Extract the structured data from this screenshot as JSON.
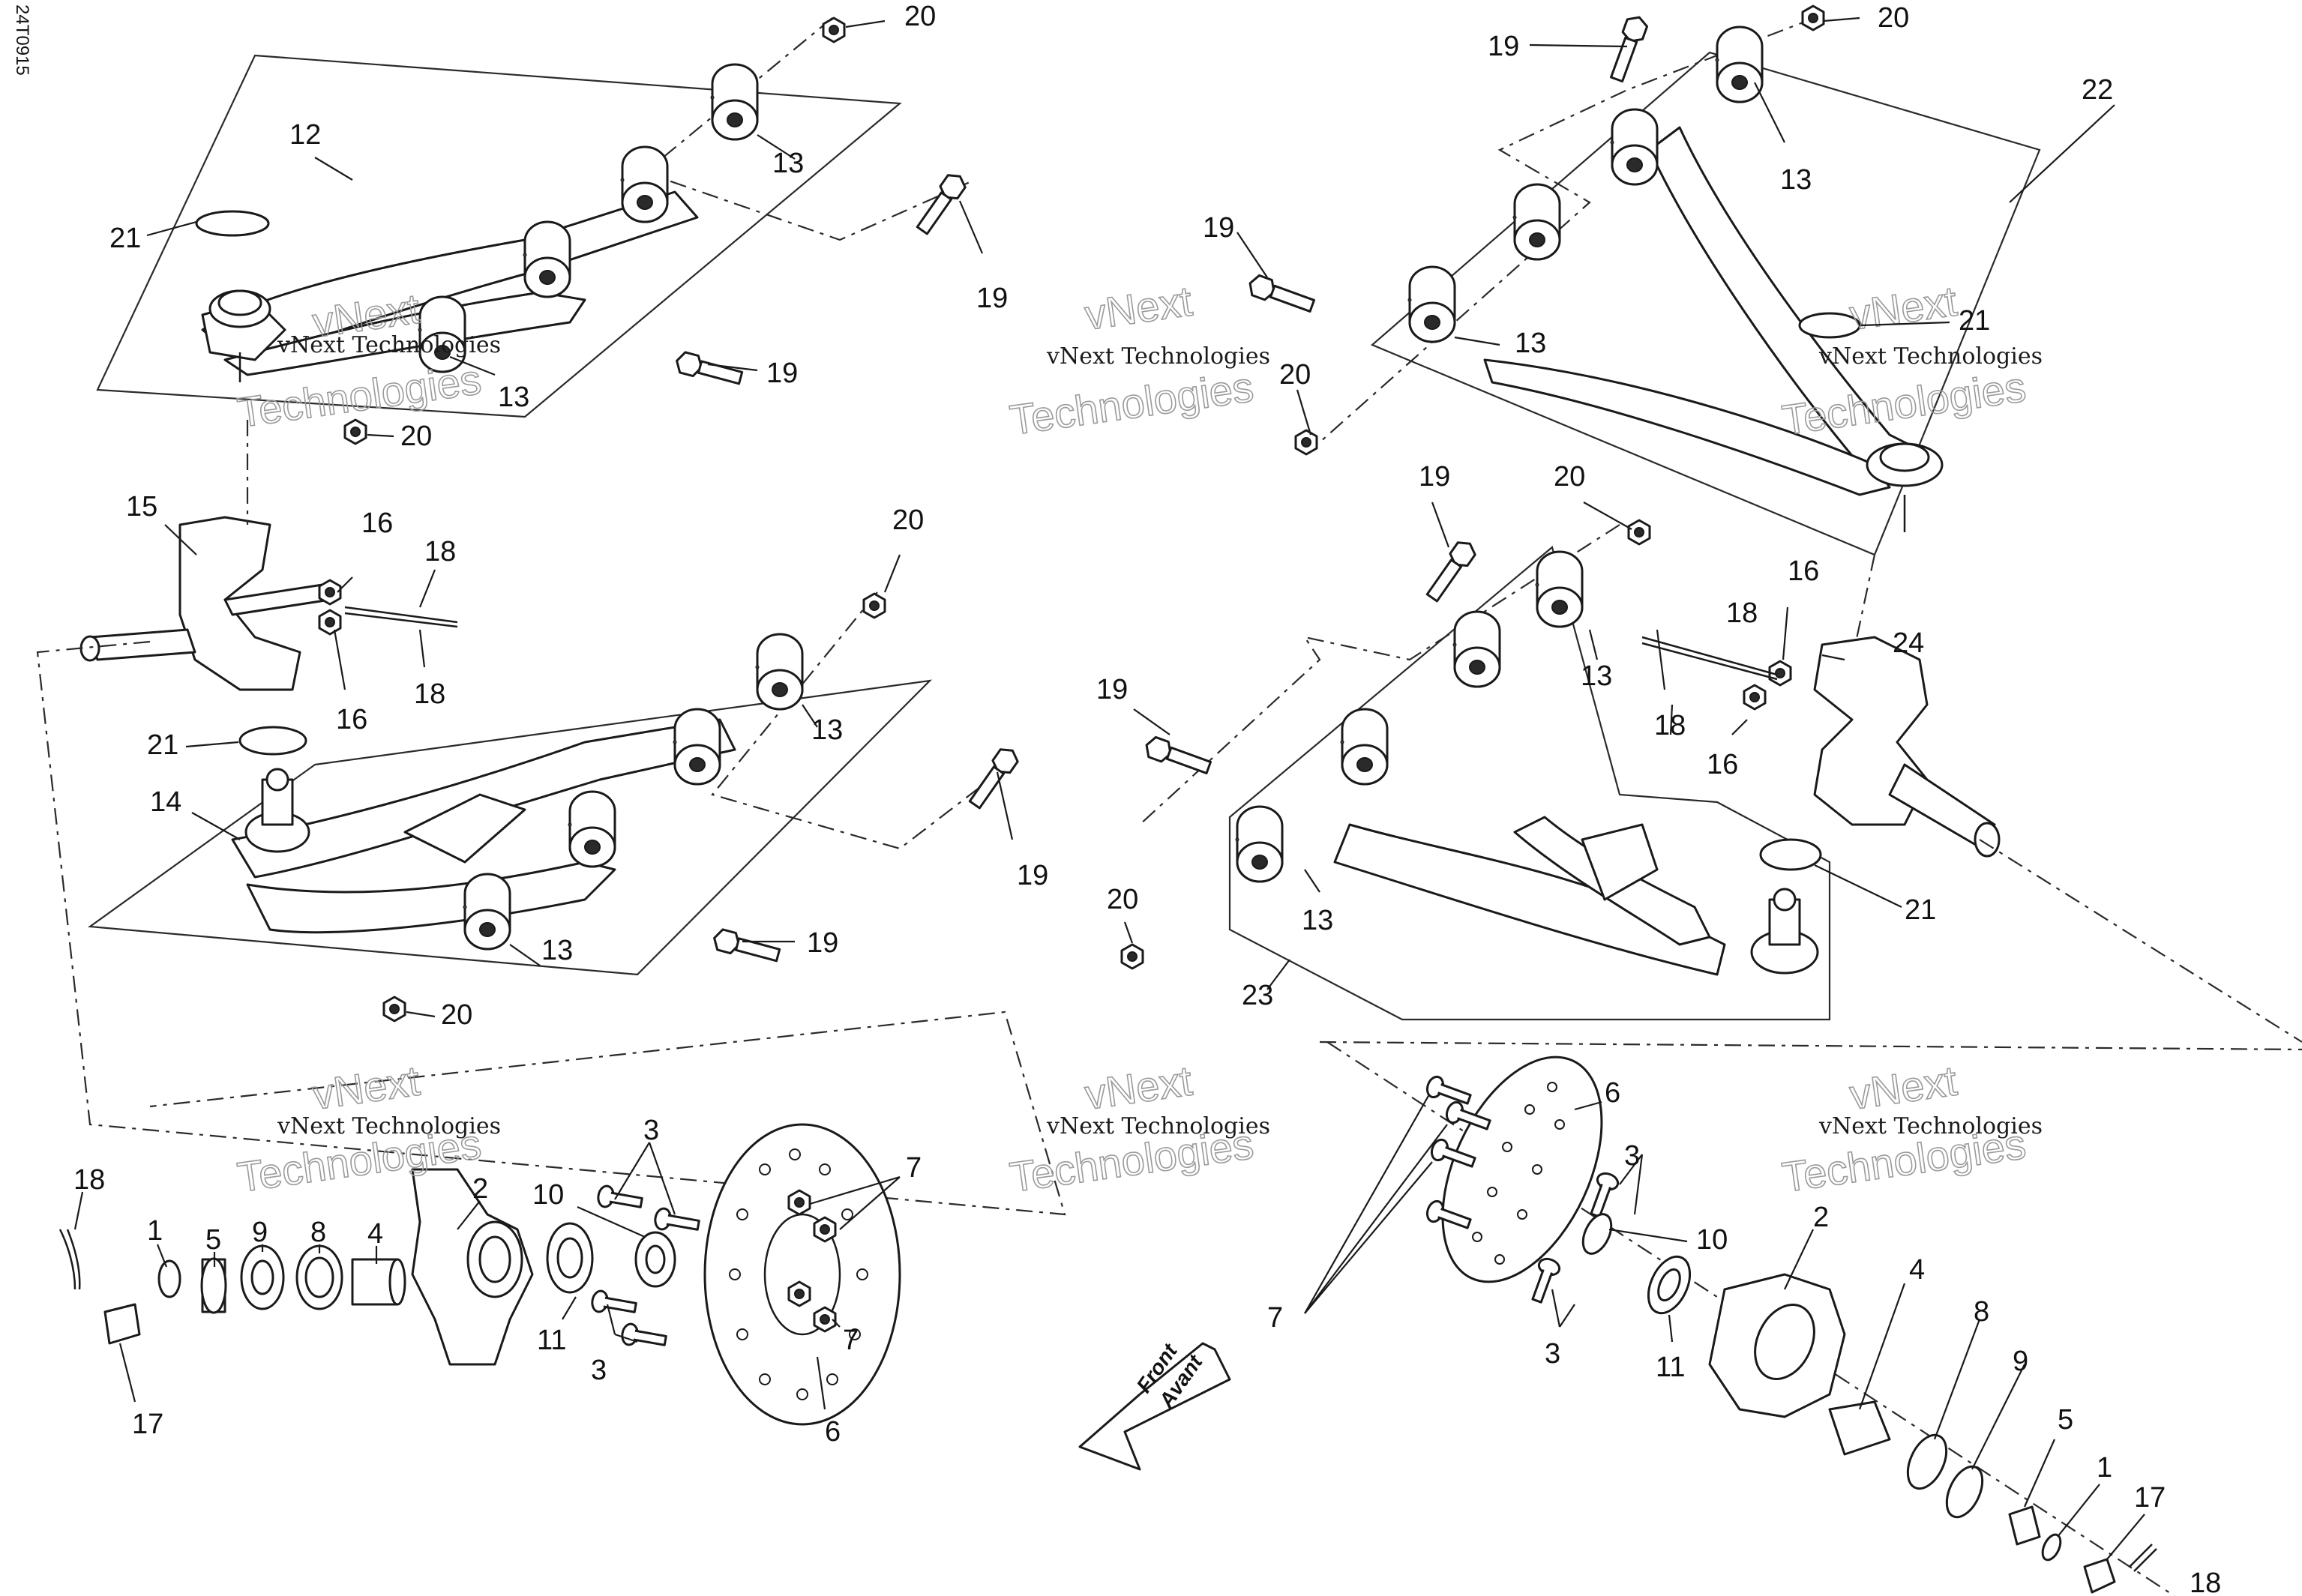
{
  "drawing_code": "24T0915",
  "watermark": {
    "line1": "vNext",
    "line2": "vNext Technologies",
    "line3": "Technologies"
  },
  "direction_arrow": {
    "line1": "Front",
    "line2": "Avant"
  },
  "callouts": [
    {
      "id": "c1",
      "label": "12"
    },
    {
      "id": "c2",
      "label": "21"
    },
    {
      "id": "c3",
      "label": "13"
    },
    {
      "id": "c4",
      "label": "13"
    },
    {
      "id": "c5",
      "label": "20"
    },
    {
      "id": "c6",
      "label": "20"
    },
    {
      "id": "c7",
      "label": "19"
    },
    {
      "id": "c8",
      "label": "19"
    },
    {
      "id": "c9",
      "label": "15"
    },
    {
      "id": "c10",
      "label": "16"
    },
    {
      "id": "c11",
      "label": "18"
    },
    {
      "id": "c12",
      "label": "18"
    },
    {
      "id": "c13",
      "label": "16"
    },
    {
      "id": "c14",
      "label": "20"
    },
    {
      "id": "c15",
      "label": "21"
    },
    {
      "id": "c16",
      "label": "13"
    },
    {
      "id": "c17",
      "label": "14"
    },
    {
      "id": "c18",
      "label": "19"
    },
    {
      "id": "c19",
      "label": "19"
    },
    {
      "id": "c20",
      "label": "13"
    },
    {
      "id": "c21",
      "label": "20"
    },
    {
      "id": "c22",
      "label": "18"
    },
    {
      "id": "c23",
      "label": "1"
    },
    {
      "id": "c24",
      "label": "5"
    },
    {
      "id": "c25",
      "label": "9"
    },
    {
      "id": "c26",
      "label": "8"
    },
    {
      "id": "c27",
      "label": "4"
    },
    {
      "id": "c28",
      "label": "2"
    },
    {
      "id": "c29",
      "label": "3"
    },
    {
      "id": "c30",
      "label": "10"
    },
    {
      "id": "c31",
      "label": "7"
    },
    {
      "id": "c32",
      "label": "11"
    },
    {
      "id": "c33",
      "label": "3"
    },
    {
      "id": "c34",
      "label": "7"
    },
    {
      "id": "c35",
      "label": "6"
    },
    {
      "id": "c36",
      "label": "17"
    },
    {
      "id": "c37",
      "label": "19"
    },
    {
      "id": "c38",
      "label": "20"
    },
    {
      "id": "c39",
      "label": "22"
    },
    {
      "id": "c40",
      "label": "13"
    },
    {
      "id": "c41",
      "label": "19"
    },
    {
      "id": "c42",
      "label": "13"
    },
    {
      "id": "c43",
      "label": "20"
    },
    {
      "id": "c44",
      "label": "21"
    },
    {
      "id": "c45",
      "label": "19"
    },
    {
      "id": "c46",
      "label": "20"
    },
    {
      "id": "c47",
      "label": "16"
    },
    {
      "id": "c48",
      "label": "18"
    },
    {
      "id": "c49",
      "label": "24"
    },
    {
      "id": "c50",
      "label": "13"
    },
    {
      "id": "c51",
      "label": "18"
    },
    {
      "id": "c52",
      "label": "19"
    },
    {
      "id": "c53",
      "label": "16"
    },
    {
      "id": "c54",
      "label": "20"
    },
    {
      "id": "c55",
      "label": "13"
    },
    {
      "id": "c56",
      "label": "21"
    },
    {
      "id": "c57",
      "label": "23"
    },
    {
      "id": "c58",
      "label": "6"
    },
    {
      "id": "c59",
      "label": "7"
    },
    {
      "id": "c60",
      "label": "3"
    },
    {
      "id": "c61",
      "label": "10"
    },
    {
      "id": "c62",
      "label": "2"
    },
    {
      "id": "c63",
      "label": "3"
    },
    {
      "id": "c64",
      "label": "11"
    },
    {
      "id": "c65",
      "label": "4"
    },
    {
      "id": "c66",
      "label": "8"
    },
    {
      "id": "c67",
      "label": "9"
    },
    {
      "id": "c68",
      "label": "5"
    },
    {
      "id": "c69",
      "label": "1"
    },
    {
      "id": "c70",
      "label": "17"
    },
    {
      "id": "c71",
      "label": "18"
    }
  ]
}
